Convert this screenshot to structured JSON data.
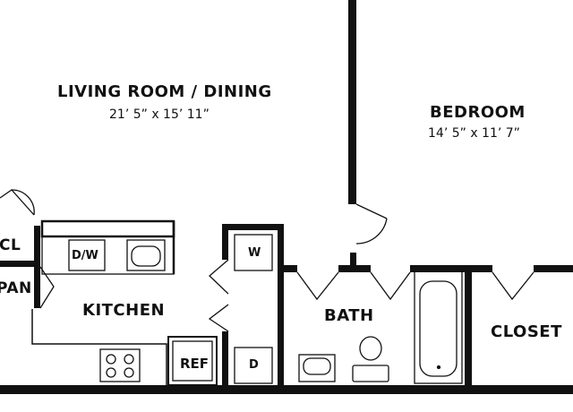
{
  "rooms": {
    "living": {
      "name": "LIVING ROOM / DINING",
      "dims": "21’ 5” x 15’ 11”"
    },
    "bedroom": {
      "name": "BEDROOM",
      "dims": "14’ 5” x 11’ 7”"
    },
    "kitchen": {
      "name": "KITCHEN"
    },
    "bath": {
      "name": "BATH"
    },
    "closet": {
      "name": "CLOSET"
    },
    "cl": {
      "name": "CL"
    },
    "pan": {
      "name": "PAN"
    }
  },
  "fixtures": {
    "dishwasher": "D/W",
    "washer": "W",
    "dryer": "D",
    "refrigerator": "REF"
  }
}
